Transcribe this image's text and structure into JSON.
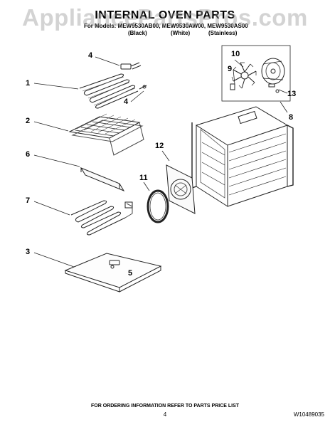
{
  "header": {
    "title": "INTERNAL OVEN PARTS",
    "models": "For Models: MEW9530AB00, MEW9530AW00, MEW9530AS00",
    "variants": [
      "(Black)",
      "(White)",
      "(Stainless)"
    ]
  },
  "watermark": "AppliancePartsPros.com",
  "callouts": [
    "4",
    "1",
    "4",
    "2",
    "6",
    "7",
    "3",
    "5",
    "10",
    "9",
    "13",
    "8",
    "12",
    "11"
  ],
  "footer": {
    "note": "FOR ORDERING INFORMATION REFER TO PARTS PRICE LIST",
    "page": "4",
    "code": "W10489035"
  },
  "icons": [
    "broil-element",
    "oven-rack",
    "bake-element-cover",
    "bake-element",
    "oven-bottom-panel",
    "convection-fan-motor",
    "convection-fan-blade",
    "oven-cavity",
    "convection-fan-cover",
    "fan-gasket"
  ]
}
